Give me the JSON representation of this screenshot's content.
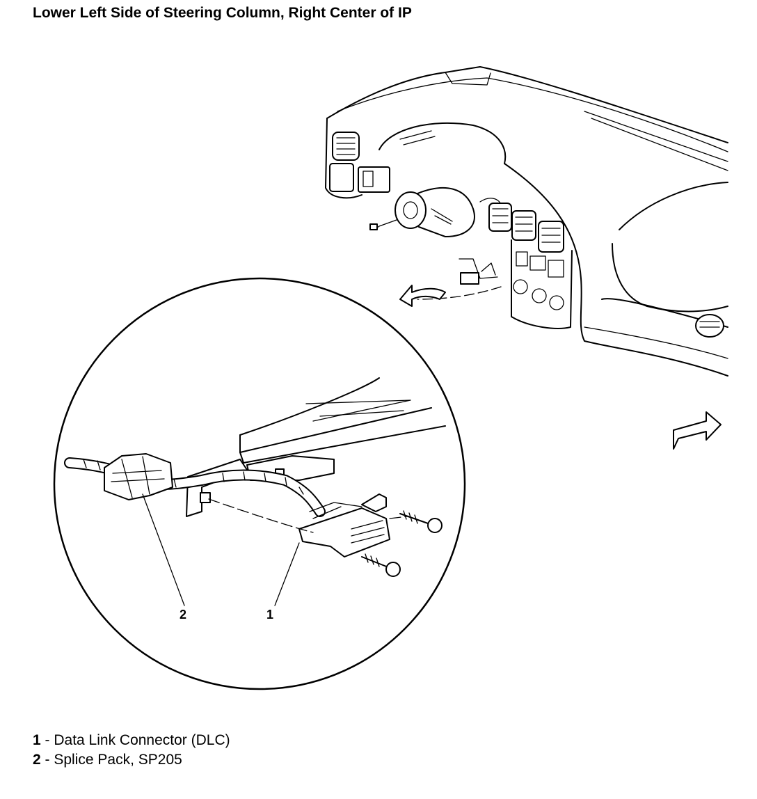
{
  "title": "Lower Left Side of Steering Column, Right Center of IP",
  "callouts": [
    {
      "number": "1",
      "label": "Data Link Connector (DLC)"
    },
    {
      "number": "2",
      "label": "Splice Pack, SP205"
    }
  ],
  "legend_separator": " - "
}
